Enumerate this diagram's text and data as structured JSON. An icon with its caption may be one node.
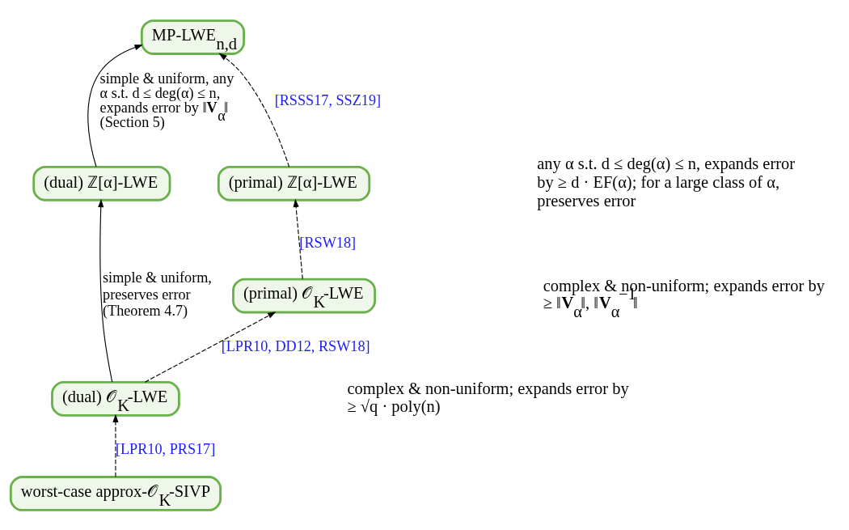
{
  "diagram": {
    "nodes": [
      {
        "text": [
          "MP-LWE$_{n,d}$"
        ]
      },
      {
        "text": [
          "(dual) ℤ[α]-LWE"
        ]
      },
      {
        "text": [
          "(primal) ℤ[α]-LWE"
        ]
      },
      {
        "text": [
          "(primal) 𝒪$_{K}$-LWE"
        ]
      },
      {
        "text": [
          "(dual) 𝒪$_{K}$-LWE"
        ]
      },
      {
        "text": [
          "worst-case approx-𝒪$_{K}$-SIVP"
        ]
      }
    ],
    "edges": [
      {
        "from": 5,
        "to": 4,
        "arrow": "to",
        "style": "dashed",
        "label": "[LPR10, PRS17]"
      },
      {
        "from": 4,
        "to": 3,
        "arrow": "to",
        "style": "dashed",
        "label": "[LPR10, DD12, RSW18]"
      },
      {
        "from": 3,
        "to": 2,
        "arrow": "to",
        "style": "dashed",
        "label": "[RSW18]"
      },
      {
        "from": 2,
        "to": 0,
        "arrow": "to",
        "style": "dashed",
        "label": "[RSSS17, SSZ19]"
      },
      {
        "from": 4,
        "to": 1,
        "arrow": "to",
        "label": "simple & uniform, preserves error (Theorem 4.7)"
      },
      {
        "from": 1,
        "to": 0,
        "arrow": "to",
        "label": "simple & uniform, any α s.t. d ≤ deg(α) ≤ n, expands error by ‖**V**$_{α}$‖ (Section 5)"
      }
    ],
    "labels": [
      "any α s.t. d ≤ deg(α) ≤ n, expands error by ≥ d · EF(α); for a large class of α, preserves error",
      "complex & non-uniform; expands error by ≥ ‖**V**$_{α}$‖, ‖**V**$_{α}$$^{−1}$‖",
      "complex & non-uniform; expands error by ≥ √q · poly(n)"
    ]
  }
}
